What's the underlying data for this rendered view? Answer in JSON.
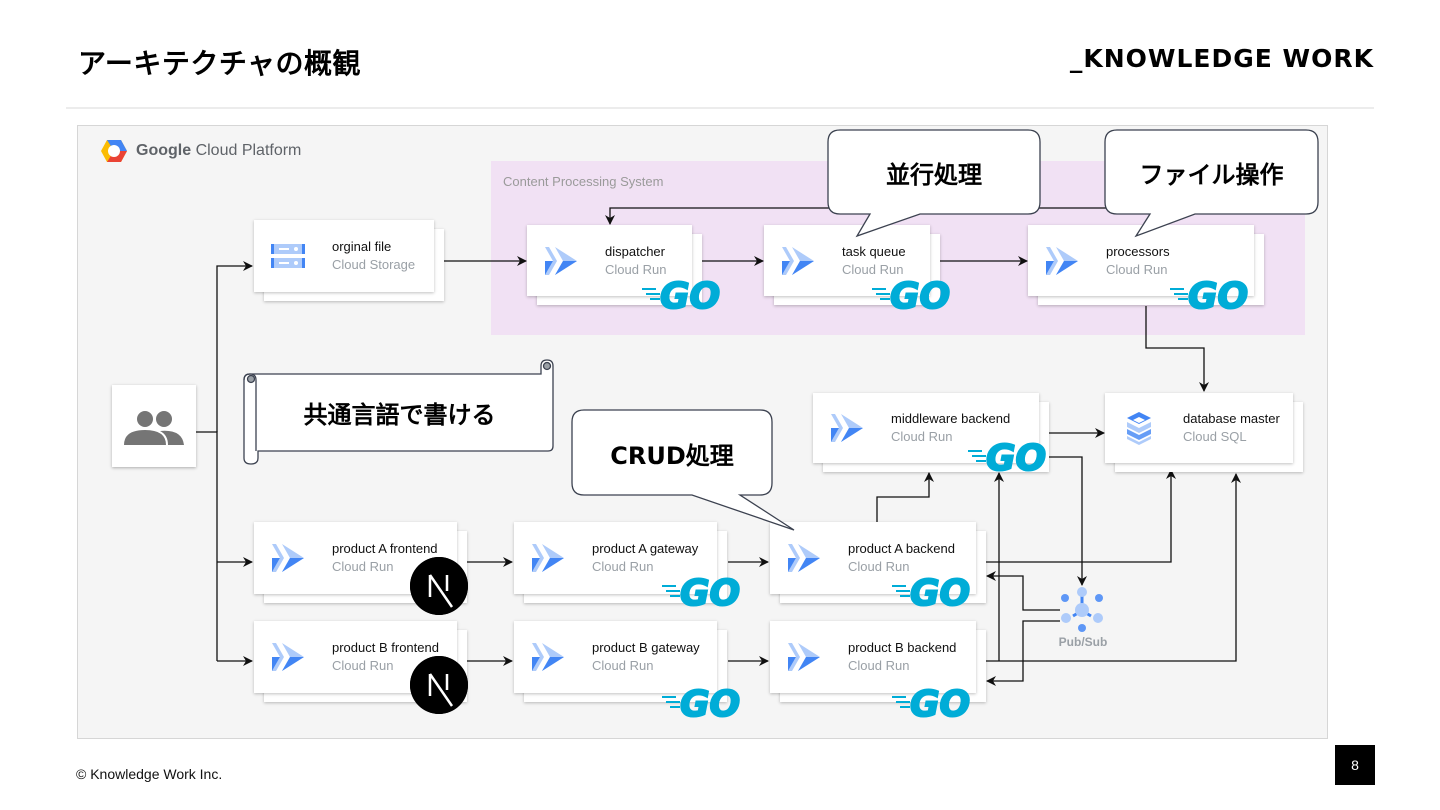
{
  "header": {
    "title": "アーキテクチャの概観",
    "brand": "_KNOWLEDGE WORK"
  },
  "diagram": {
    "platform": {
      "brand_bold": "Google",
      "brand_rest": "Cloud Platform",
      "icon": "google-cloud-hexagon-icon"
    },
    "region": {
      "label": "Content Processing System",
      "color": "#f1e1f4"
    },
    "nodes": {
      "original_file": {
        "name": "orginal file",
        "service": "Cloud Storage",
        "icon": "cloud-storage-icon"
      },
      "dispatcher": {
        "name": "dispatcher",
        "service": "Cloud Run",
        "icon": "cloud-run-icon",
        "badge": "GO"
      },
      "task_queue": {
        "name": "task queue",
        "service": "Cloud Run",
        "icon": "cloud-run-icon",
        "badge": "GO"
      },
      "processors": {
        "name": "processors",
        "service": "Cloud Run",
        "icon": "cloud-run-icon",
        "badge": "GO"
      },
      "middleware_backend": {
        "name": "middleware backend",
        "service": "Cloud Run",
        "icon": "cloud-run-icon",
        "badge": "GO"
      },
      "database_master": {
        "name": "database master",
        "service": "Cloud SQL",
        "icon": "cloud-sql-icon"
      },
      "product_a_frontend": {
        "name": "product A frontend",
        "service": "Cloud Run",
        "icon": "cloud-run-icon",
        "badge": "N"
      },
      "product_a_gateway": {
        "name": "product A gateway",
        "service": "Cloud Run",
        "icon": "cloud-run-icon",
        "badge": "GO"
      },
      "product_a_backend": {
        "name": "product A backend",
        "service": "Cloud Run",
        "icon": "cloud-run-icon",
        "badge": "GO"
      },
      "product_b_frontend": {
        "name": "product B frontend",
        "service": "Cloud Run",
        "icon": "cloud-run-icon",
        "badge": "N"
      },
      "product_b_gateway": {
        "name": "product B gateway",
        "service": "Cloud Run",
        "icon": "cloud-run-icon",
        "badge": "GO"
      },
      "product_b_backend": {
        "name": "product B backend",
        "service": "Cloud Run",
        "icon": "cloud-run-icon",
        "badge": "GO"
      },
      "users": {
        "icon": "users-icon"
      },
      "pubsub": {
        "name": "Pub/Sub",
        "icon": "pubsub-icon"
      }
    },
    "callouts": {
      "parallel": "並行処理",
      "file_ops": "ファイル操作",
      "crud": "CRUD処理",
      "common_lang": "共通言語で書ける"
    },
    "colors": {
      "go": "#00acd7",
      "cloud_run_dark": "#4285f4",
      "cloud_run_light": "#aecbfa",
      "edge": "#111111"
    }
  },
  "footer": {
    "copyright": "© Knowledge Work Inc.",
    "page_number": "8"
  }
}
